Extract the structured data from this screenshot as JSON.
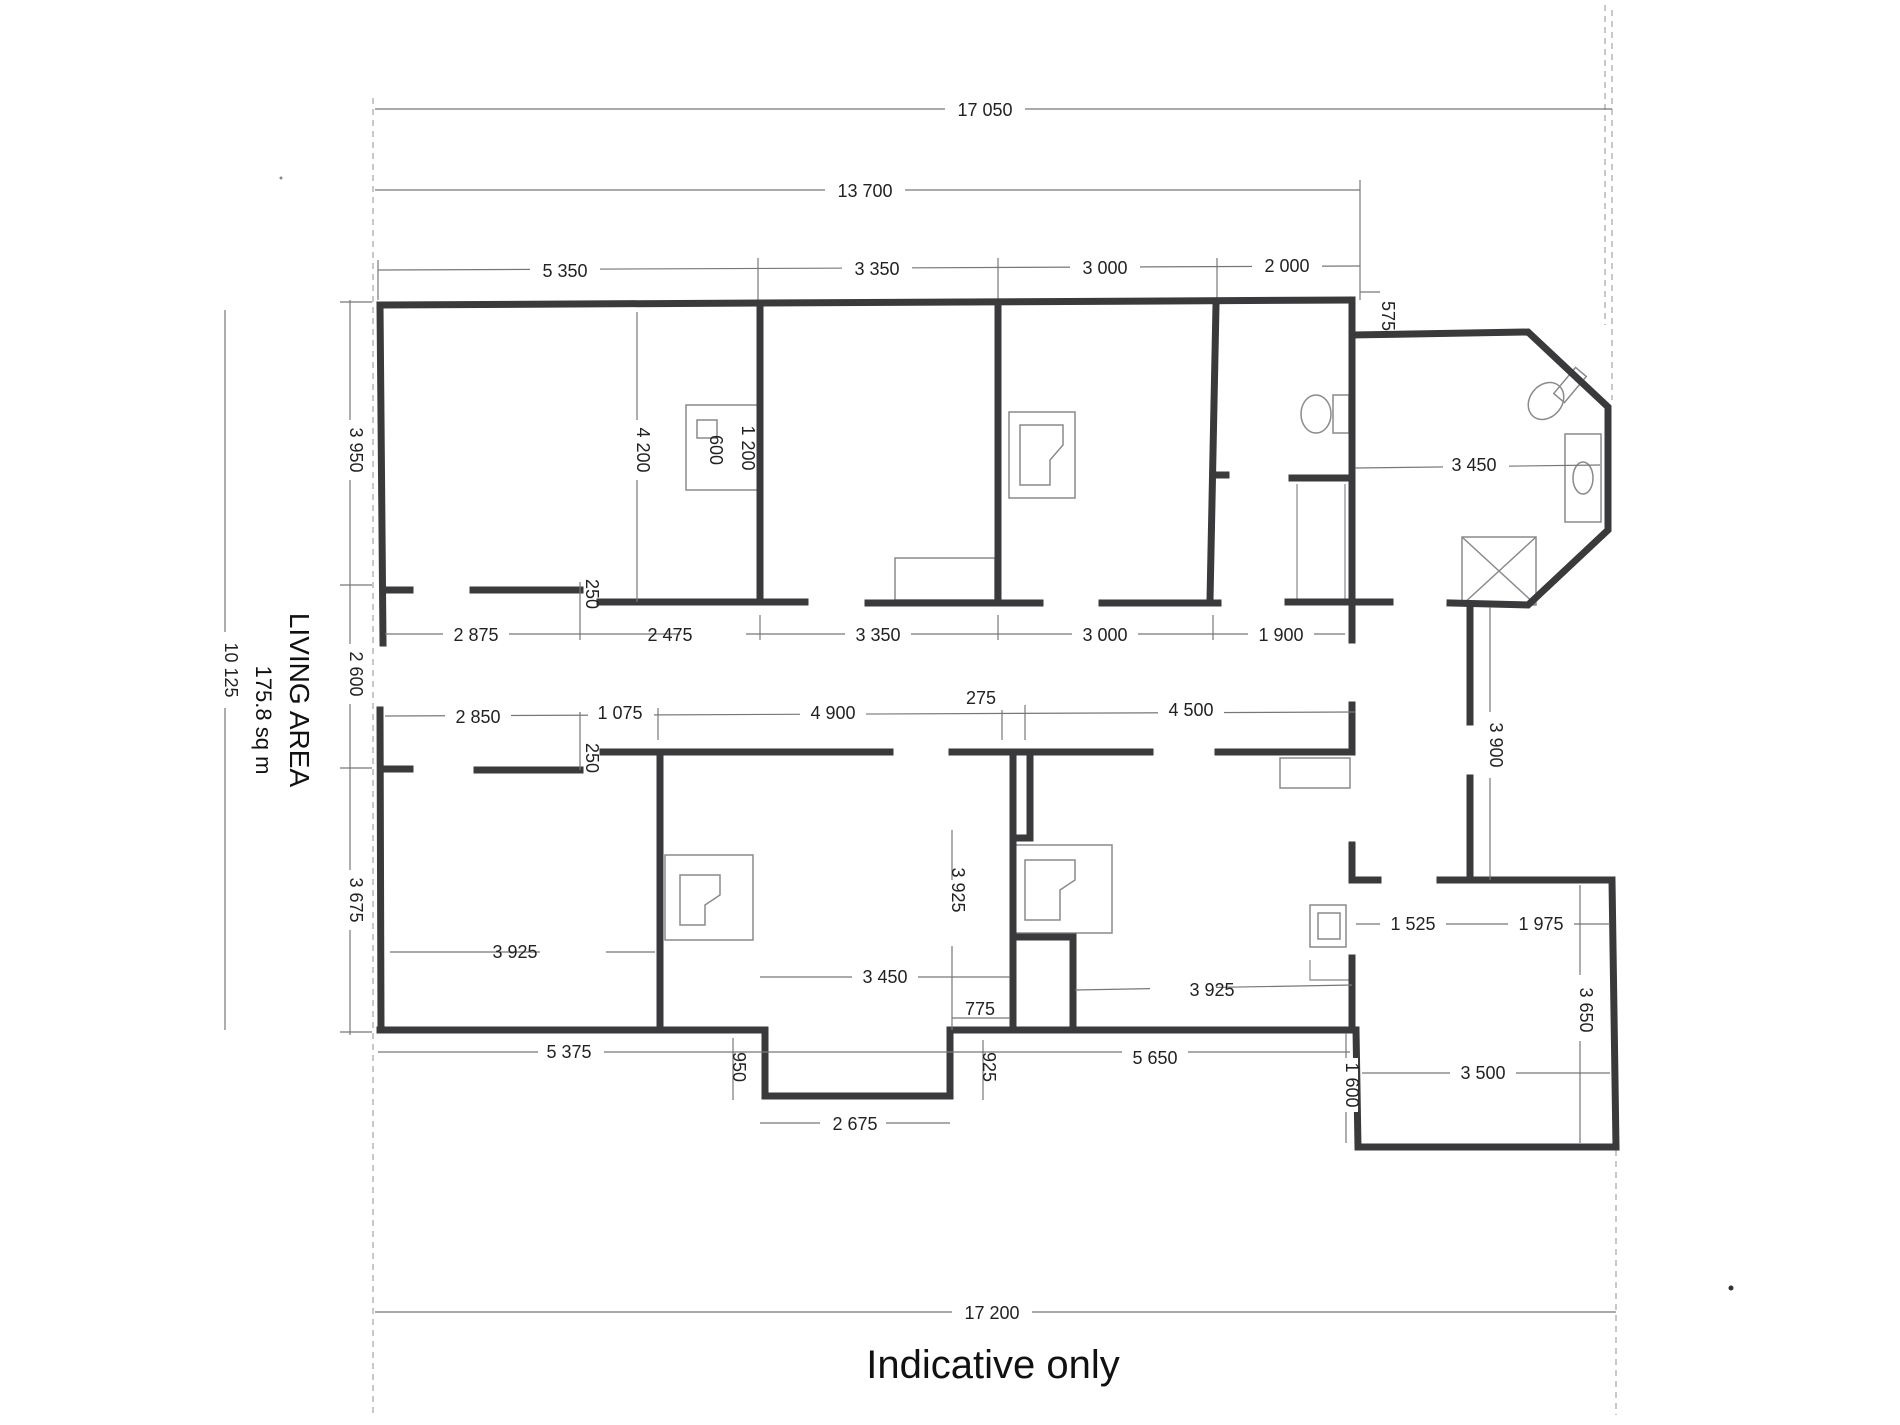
{
  "plan": {
    "area_title": "LIVING AREA",
    "area_value": "175.8 sq m",
    "footer": "Indicative only"
  },
  "dimensions": {
    "overall_top": "17 050",
    "inner_top": "13 700",
    "top_1": "5 350",
    "top_2": "3 350",
    "top_3": "3 000",
    "top_4": "2 000",
    "ensuite_offset": "575",
    "left_total": "10 125",
    "left_upper": "3 950",
    "left_hall": "2 600",
    "left_lower": "3 675",
    "robe_depth": "4 200",
    "robe_w": "1 200",
    "robe_d": "600",
    "ensuite_w": "3 450",
    "upper_1": "2 875",
    "upper_2": "2 475",
    "upper_3": "3 350",
    "upper_4": "3 000",
    "upper_5": "1 900",
    "wall_upper": "250",
    "lower_1": "2 850",
    "lower_2": "1 075",
    "lower_3": "4 900",
    "lower_4": "275",
    "lower_5": "4 500",
    "wall_lower": "250",
    "passage": "3 900",
    "room_1": "3 925",
    "room_2": "3 450",
    "room_3_h": "3 925",
    "room_4": "3 925",
    "small_775": "775",
    "laundry_1": "1 525",
    "laundry_2": "1 975",
    "laundry_h": "3 650",
    "laundry_w": "3 500",
    "laundry_off": "1 600",
    "bottom_1": "5 375",
    "bay_depth_left": "950",
    "bay_depth_right": "925",
    "bay_width": "2 675",
    "bottom_2": "5 650",
    "overall_bottom": "17 200"
  }
}
